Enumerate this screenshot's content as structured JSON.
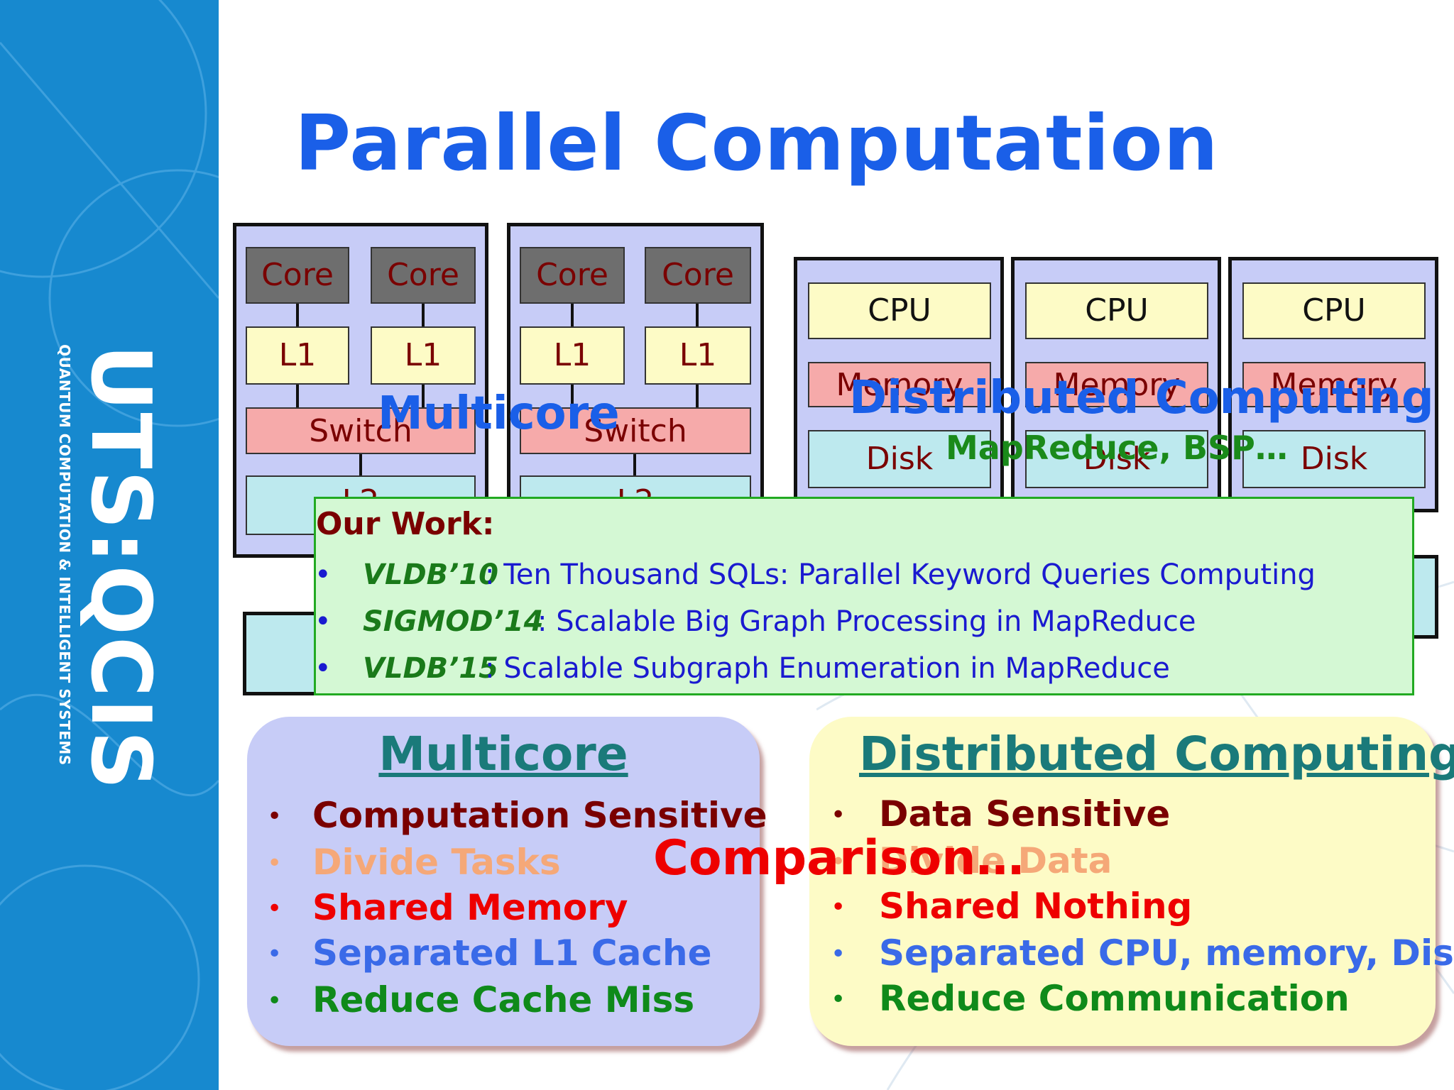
{
  "sidebar": {
    "logo_main": "UTS:QCIS",
    "logo_sub": "QUANTUM COMPUTATION & INTELLIGENT SYSTEMS"
  },
  "title": "Parallel Computation",
  "multicore_diagram": {
    "core_label": "Core",
    "l1_label": "L1",
    "switch_label": "Switch",
    "l2_label": "L2",
    "overlay": "Multicore"
  },
  "distributed_diagram": {
    "cpu_label": "CPU",
    "memory_label": "Memory",
    "disk_label": "Disk",
    "overlay": "Distributed Computing",
    "frameworks": "MapReduce, BSP…"
  },
  "our_work": {
    "heading": "Our Work:",
    "items": [
      {
        "bullet": "•",
        "venue": "VLDB’10",
        "text": ": Ten Thousand SQLs: Parallel Keyword Queries Computing"
      },
      {
        "bullet": "•",
        "venue": "SIGMOD’14",
        "text": ": Scalable Big Graph Processing in MapReduce"
      },
      {
        "bullet": "•",
        "venue": "VLDB’15",
        "text": ": Scalable Subgraph Enumeration in MapReduce"
      }
    ]
  },
  "multicore_card": {
    "title": "Multicore",
    "items": [
      {
        "bullet": "•",
        "text": "Computation Sensitive",
        "color": "#7a0000"
      },
      {
        "bullet": "•",
        "text": "Divide Tasks",
        "color": "#f5a878"
      },
      {
        "bullet": "•",
        "text": "Shared Memory",
        "color": "#ee0000"
      },
      {
        "bullet": "•",
        "text": "Separated L1 Cache",
        "color": "#3a6ae8"
      },
      {
        "bullet": "•",
        "text": "Reduce Cache Miss",
        "color": "#0f8a1a"
      }
    ]
  },
  "distributed_card": {
    "title": "Distributed Computing",
    "items": [
      {
        "bullet": "•",
        "text": "Data Sensitive",
        "color": "#7a0000"
      },
      {
        "bullet": "•",
        "text": "Divide Data",
        "color": "#f5a878"
      },
      {
        "bullet": "•",
        "text": "Shared Nothing",
        "color": "#ee0000"
      },
      {
        "bullet": "•",
        "text": "Separated CPU, memory, Disk",
        "color": "#3a6ae8"
      },
      {
        "bullet": "•",
        "text": "Reduce Communication",
        "color": "#0f8a1a"
      }
    ]
  },
  "comparison": "Comparison…",
  "colors": {
    "sidebar": "#1789cf",
    "title": "#1a5fe8",
    "node_fill": "#c7ccf7",
    "our_work_fill": "#d4f8d4",
    "multicore_card_fill": "#c7ccf7",
    "distributed_card_fill": "#fdfbc6"
  }
}
